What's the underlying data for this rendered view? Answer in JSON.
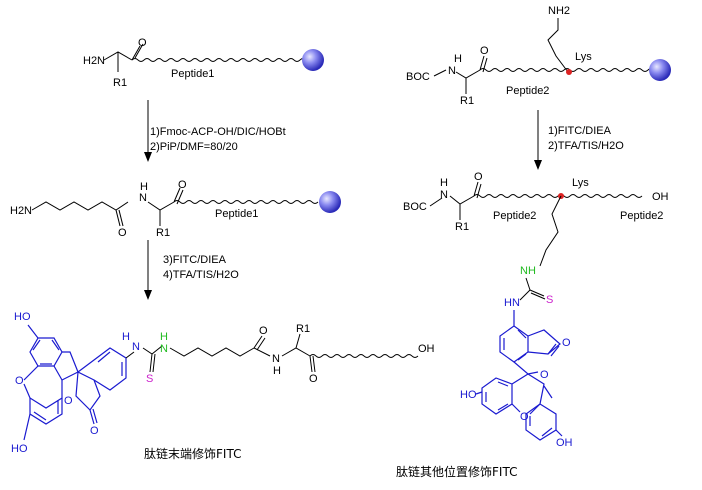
{
  "scheme_left": {
    "start_material": {
      "amine": "H2N",
      "r_group": "R1",
      "peptide_label": "Peptide1"
    },
    "step_a": {
      "line1": "1)Fmoc-ACP-OH/DIC/HOBt",
      "line2": "2)PiP/DMF=80/20"
    },
    "intermediate": {
      "amine": "H2N",
      "nh": "H",
      "n": "N",
      "r_group": "R1",
      "peptide_label": "Peptide1",
      "carbonyl_o1": "O",
      "carbonyl_o2": "O"
    },
    "step_b": {
      "line1": "3)FITC/DIEA",
      "line2": "4)TFA/TIS/H2O"
    },
    "product": {
      "ho_top": "HO",
      "ho_bottom": "HO",
      "o_ring": "O",
      "o_lactone": "O",
      "o_carbonyl": "O",
      "n1": "N",
      "h1": "H",
      "n2": "N",
      "h2": "H",
      "s": "S",
      "o_amide1": "O",
      "o_amide2": "O",
      "n3": "N",
      "h3": "H",
      "r_group": "R1",
      "oh_end": "OH"
    },
    "caption": "肽链末端修饰FITC"
  },
  "scheme_right": {
    "start_material": {
      "amine": "NH2",
      "boc": "BOC",
      "nh": "N",
      "h": "H",
      "o": "O",
      "r_group": "R1",
      "lys_label": "Lys",
      "peptide_label": "Peptide2"
    },
    "step": {
      "line1": "1)FITC/DIEA",
      "line2": "2)TFA/TIS/H2O"
    },
    "product": {
      "boc": "BOC",
      "nh": "N",
      "h": "H",
      "o": "O",
      "r_group": "R1",
      "lys_label": "Lys",
      "peptide_left": "Peptide2",
      "peptide_right": "Peptide2",
      "oh_end": "OH",
      "n_green": "N",
      "h_green": "H",
      "s": "S",
      "n_blue": "N",
      "h_blue": "H",
      "o_carbonyl": "O",
      "o_lactone": "O",
      "o_ring": "O",
      "ho_left": "HO",
      "oh_right": "OH"
    },
    "caption": "肽链其他位置修饰FITC"
  },
  "colors": {
    "fluorescein": "#1a1ad0",
    "thiourea_nh": "#22bb22",
    "sulfur": "#cc22cc",
    "lys_marker": "#dd2222",
    "resin_bead": "#4a4ae0"
  }
}
